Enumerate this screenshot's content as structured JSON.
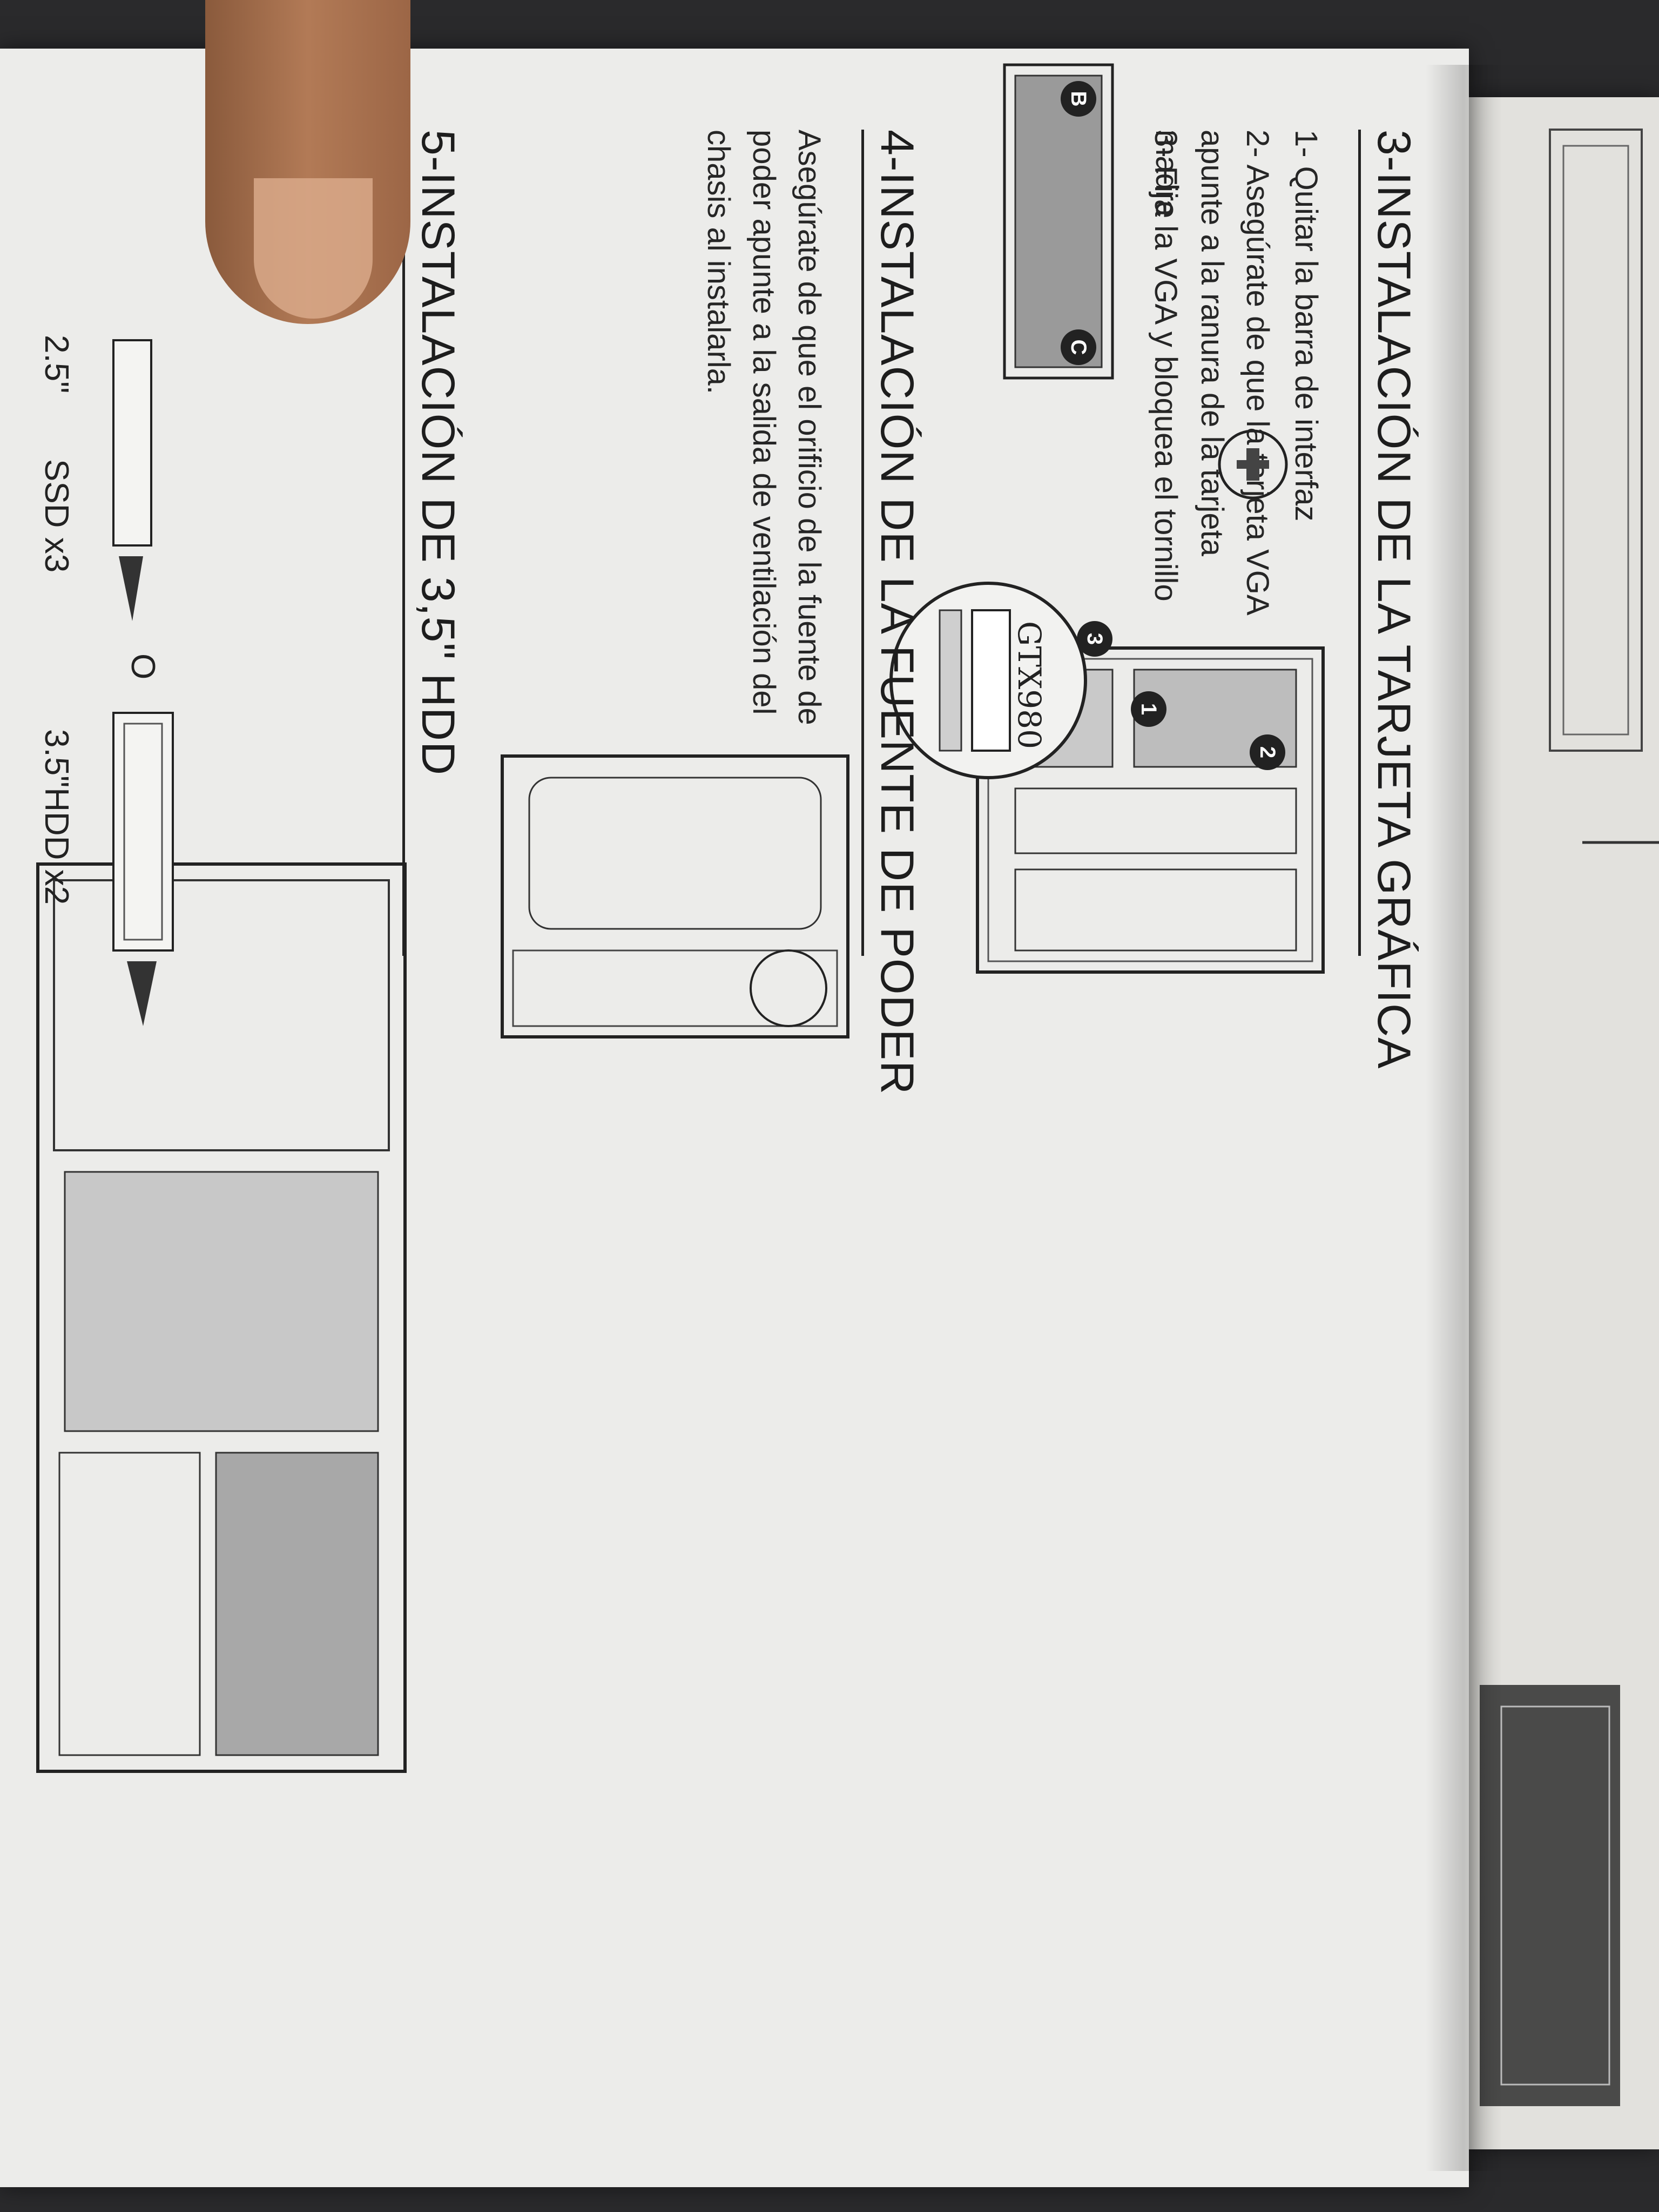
{
  "section3": {
    "title": "3-INSTALACIÓN DE LA TARJETA GRÁFICA",
    "steps": [
      "1- Quitar la barra de interfaz",
      "2- Asegúrate de que la tarjeta VGA apunte a la ranura de la tarjeta madre",
      "3- Fija la VGA y bloquea el tornillo"
    ],
    "card_label": "GTX980",
    "badges": [
      "1",
      "2",
      "3",
      "B",
      "C"
    ]
  },
  "section4": {
    "title": "4-INSTALACIÓN DE LA FUENTE DE PODER",
    "text": "Asegúrate de que el orificio de la fuente de poder apunte a la salida de ventilación del chasis al instalarla."
  },
  "section5": {
    "title": "5-INSTALACIÓN DE 3,5\" HDD",
    "ssd_label": "2.5\"",
    "ssd_count": "SSD x3",
    "or_label": "O",
    "hdd_label": "3.5\"HDD x2"
  },
  "colors": {
    "paper": "#ececea",
    "ink": "#222222",
    "background": "#2a2a2c"
  }
}
